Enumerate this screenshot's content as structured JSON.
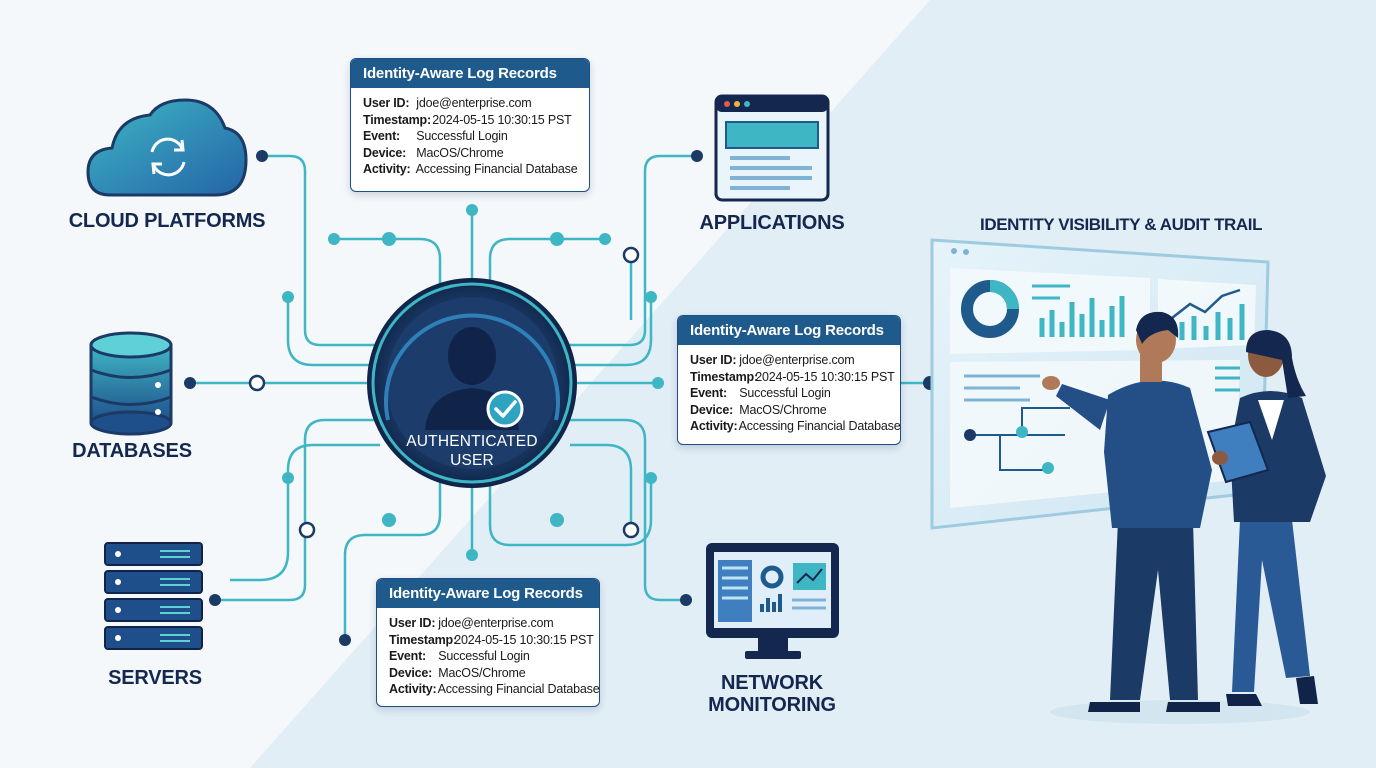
{
  "nodes": {
    "cloud": "CLOUD PLATFORMS",
    "databases": "DATABASES",
    "servers": "SERVERS",
    "applications": "APPLICATIONS",
    "network_line1": "NETWORK",
    "network_line2": "MONITORING"
  },
  "center": {
    "line1": "AUTHENTICATED",
    "line2": "USER"
  },
  "log_record": {
    "title": "Identity-Aware Log Records",
    "fields": [
      {
        "key": "User ID:",
        "value": "jdoe@enterprise.com"
      },
      {
        "key": "Timestamp:",
        "value": "2024-05-15 10:30:15 PST"
      },
      {
        "key": "Event:",
        "value": "Successful Login"
      },
      {
        "key": "Device:",
        "value": "MacOS/Chrome"
      },
      {
        "key": "Activity:",
        "value": "Accessing Financial Database"
      }
    ]
  },
  "dashboard": {
    "title": "IDENTITY VISIBILITY & AUDIT TRAIL"
  },
  "colors": {
    "navy": "#14284f",
    "teal": "#3fb6c4",
    "accent_blue": "#1f5a8c",
    "check_green": "#2ea3c2"
  }
}
